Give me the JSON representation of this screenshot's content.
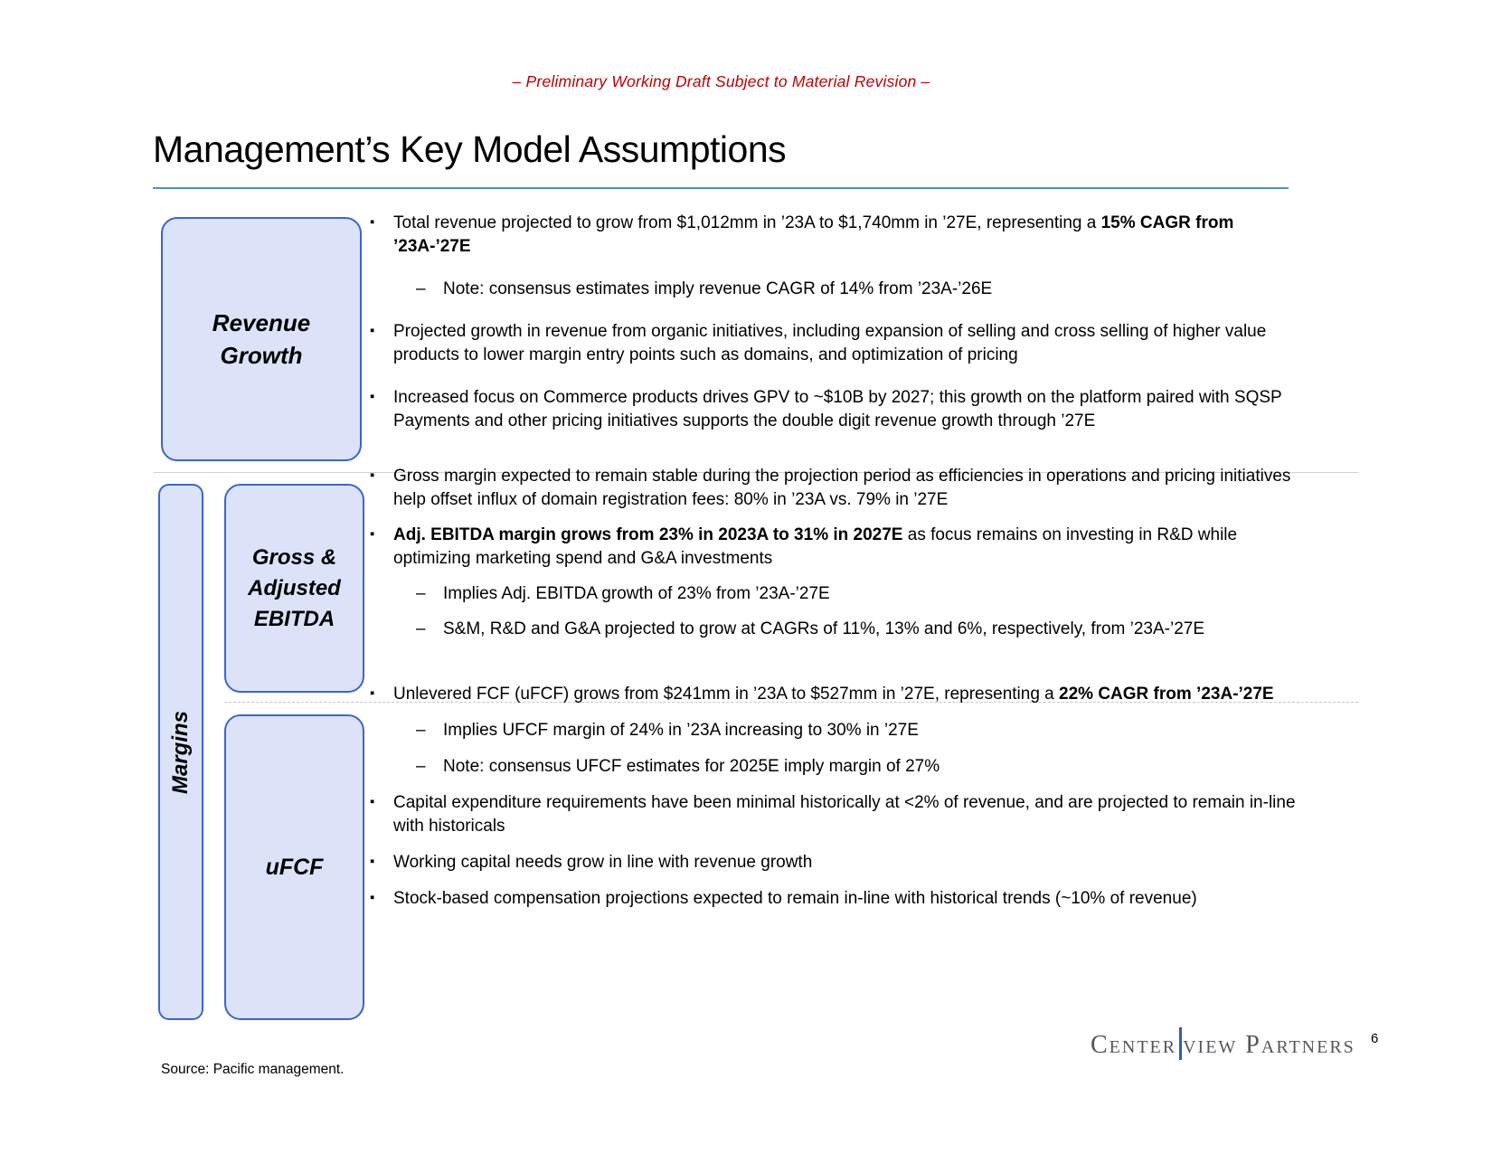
{
  "page": {
    "draft_notice": "– Preliminary Working Draft Subject to Material Revision –",
    "title": "Management’s Key Model Assumptions",
    "source": "Source: Pacific management.",
    "page_number": "6",
    "logo_left": "Center",
    "logo_right": "view Partners"
  },
  "colors": {
    "draft_red": "#c00000",
    "box_fill": "#dce3f9",
    "box_border": "#3d63d4",
    "title_underline": "#4e8ecb",
    "logo_bar_blue": "#2f5ea8",
    "divider_gray": "#d2d2d2"
  },
  "sections": [
    {
      "label": "Revenue Growth",
      "bullets": [
        {
          "level": "bullet",
          "segments": [
            {
              "text": "Total revenue projected to grow from $1,012mm in ’23A to $1,740mm in ’27E, representing a ",
              "bold": false
            },
            {
              "text": "15% CAGR from ’23A-’27E",
              "bold": true
            }
          ]
        },
        {
          "level": "dash",
          "segments": [
            {
              "text": "Note: consensus estimates imply revenue CAGR of 14% from ’23A-’26E",
              "bold": false
            }
          ]
        },
        {
          "level": "bullet",
          "segments": [
            {
              "text": "Projected growth in revenue from organic initiatives, including expansion of selling and cross selling of higher value products to lower margin entry points such as domains, and optimization of pricing",
              "bold": false
            }
          ]
        },
        {
          "level": "bullet",
          "segments": [
            {
              "text": "Increased focus on Commerce products drives GPV to ~$10B by 2027; this growth on the platform paired with SQSP Payments and other pricing initiatives supports the double digit revenue growth through ’27E",
              "bold": false
            }
          ]
        }
      ]
    },
    {
      "label": "Margins",
      "subsections": [
        {
          "label": "Gross & Adjusted EBITDA",
          "bullets": [
            {
              "level": "bullet",
              "segments": [
                {
                  "text": "Gross margin expected to remain stable during the projection period as efficiencies in operations and pricing initiatives help offset influx of domain registration fees: 80% in ’23A vs. 79% in ’27E",
                  "bold": false
                }
              ]
            },
            {
              "level": "bullet",
              "segments": [
                {
                  "text": "Adj. EBITDA margin grows from 23% in 2023A to 31% in 2027E",
                  "bold": true
                },
                {
                  "text": " as focus remains on investing in R&D while optimizing marketing spend and G&A investments",
                  "bold": false
                }
              ]
            },
            {
              "level": "dash",
              "segments": [
                {
                  "text": "Implies Adj. EBITDA growth of 23% from ’23A-’27E",
                  "bold": false
                }
              ]
            },
            {
              "level": "dash",
              "segments": [
                {
                  "text": "S&M, R&D and G&A projected to grow at CAGRs of 11%, 13% and 6%, respectively, from ’23A-’27E",
                  "bold": false
                }
              ]
            }
          ]
        },
        {
          "label": "uFCF",
          "bullets": [
            {
              "level": "bullet",
              "segments": [
                {
                  "text": "Unlevered FCF (uFCF) grows from $241mm in ’23A to $527mm in ’27E, representing a ",
                  "bold": false
                },
                {
                  "text": "22% CAGR from ’23A-’27E",
                  "bold": true
                }
              ]
            },
            {
              "level": "dash",
              "segments": [
                {
                  "text": "Implies UFCF margin of 24% in ’23A increasing to 30% in ’27E",
                  "bold": false
                }
              ]
            },
            {
              "level": "dash",
              "segments": [
                {
                  "text": "Note: consensus UFCF estimates for 2025E imply margin of 27%",
                  "bold": false
                }
              ]
            },
            {
              "level": "bullet",
              "segments": [
                {
                  "text": "Capital expenditure requirements have been minimal historically at <2% of revenue, and are projected to remain in-line with historicals",
                  "bold": false
                }
              ]
            },
            {
              "level": "bullet",
              "segments": [
                {
                  "text": "Working capital needs grow in line with revenue growth",
                  "bold": false
                }
              ]
            },
            {
              "level": "bullet",
              "segments": [
                {
                  "text": "Stock-based compensation projections expected to remain in-line with historical trends (~10% of revenue)",
                  "bold": false
                }
              ]
            }
          ]
        }
      ]
    }
  ]
}
